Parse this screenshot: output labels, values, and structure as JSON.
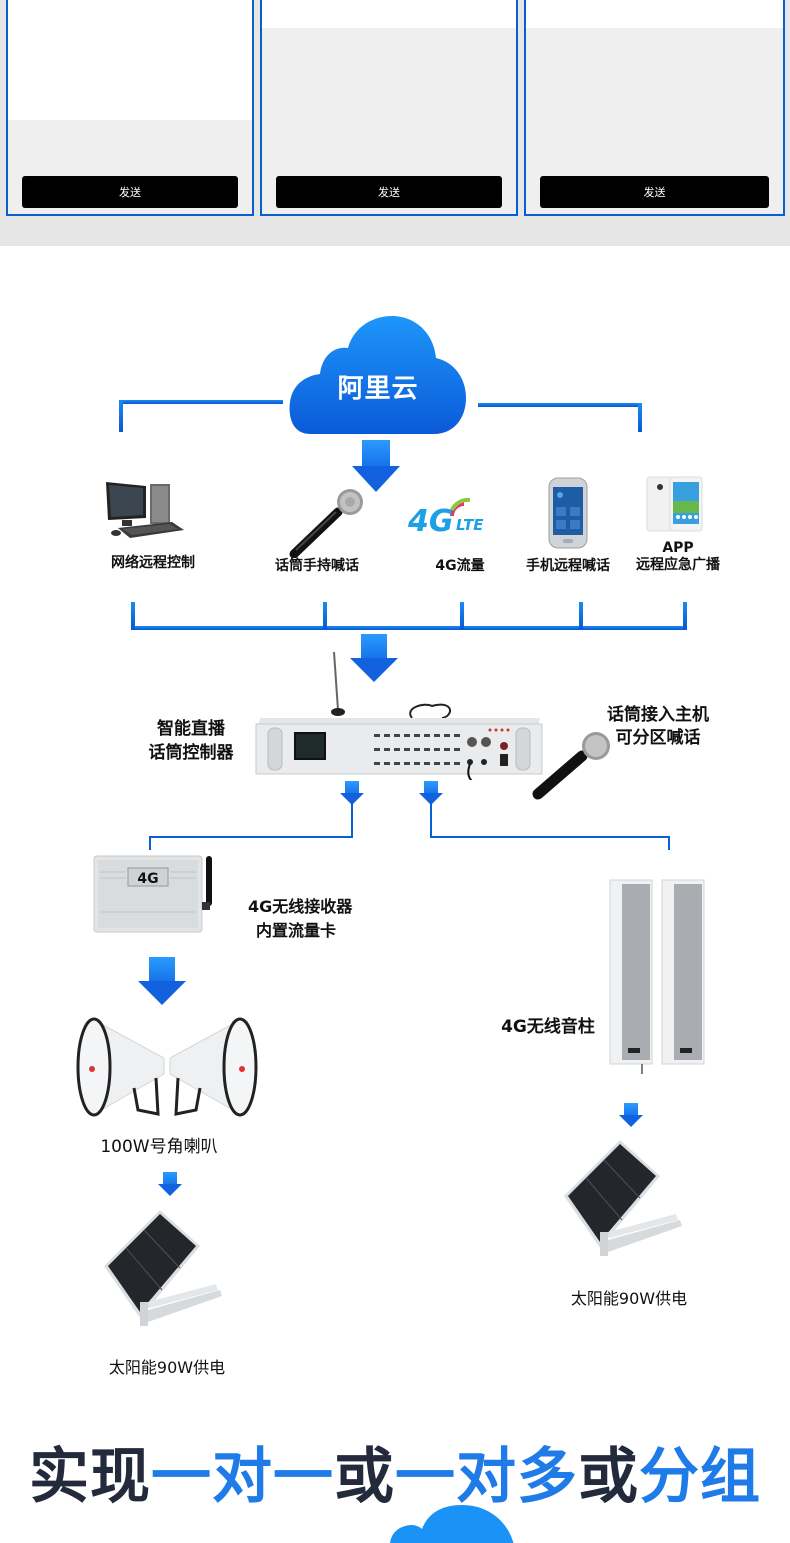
{
  "top_strip": {
    "cards": [
      {
        "button_label": "发送"
      },
      {
        "button_label": "发送"
      },
      {
        "button_label": "发送"
      }
    ]
  },
  "cloud": {
    "label": "阿里云",
    "color_top": "#1e96fa",
    "color_bottom": "#0b5ad8"
  },
  "sources": [
    {
      "icon": "desktop-computer-icon",
      "label": "网络远程控制"
    },
    {
      "icon": "microphone-icon",
      "label": "话筒手持喊话"
    },
    {
      "icon": "4g-lte-icon",
      "label": "4G流量",
      "logo_text_4g": "4G",
      "logo_text_lte": "LTE"
    },
    {
      "icon": "smartphone-icon",
      "label": "手机远程喊话"
    },
    {
      "icon": "smartphone-app-icon",
      "label_line1": "APP",
      "label_line2": "远程应急广播"
    }
  ],
  "controller": {
    "label_line1": "智能直播",
    "label_line2": "话筒控制器",
    "mic_label_line1": "话筒接入主机",
    "mic_label_line2": "可分区喊话"
  },
  "left_branch": {
    "receiver_label_line1": "4G无线接收器",
    "receiver_label_line2": "内置流量卡",
    "receiver_badge": "4G",
    "horn_label": "100W号角喇叭",
    "solar_label": "太阳能90W供电"
  },
  "right_branch": {
    "column_label": "4G无线音柱",
    "solar_label": "太阳能90W供电"
  },
  "headline": {
    "parts": [
      {
        "text": "实现",
        "style": "dark"
      },
      {
        "text": "一对一",
        "style": "blue"
      },
      {
        "text": "或",
        "style": "dark"
      },
      {
        "text": "一对多",
        "style": "blue"
      },
      {
        "text": "或",
        "style": "dark"
      },
      {
        "text": "分组",
        "style": "blue"
      }
    ]
  },
  "colors": {
    "accent_blue": "#1e7be8",
    "line_blue": "#0b5fd6",
    "headline_dark": "#232a3c"
  }
}
